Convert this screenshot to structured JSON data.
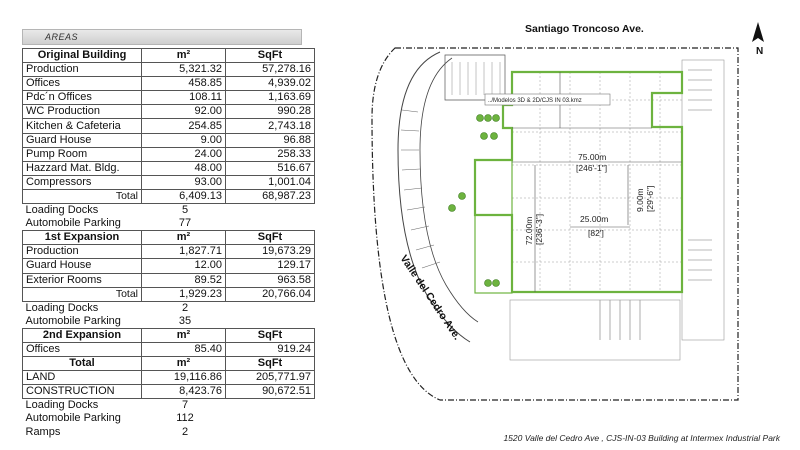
{
  "header": {
    "title": "AREAS"
  },
  "table": {
    "original": {
      "title": "Original Building",
      "unit1": "m²",
      "unit2": "SqFt",
      "rows": [
        {
          "label": "Production",
          "m2": "5,321.32",
          "sqft": "57,278.16"
        },
        {
          "label": "Offices",
          "m2": "458.85",
          "sqft": "4,939.02"
        },
        {
          "label": "Pdc´n Offices",
          "m2": "108.11",
          "sqft": "1,163.69"
        },
        {
          "label": "WC Production",
          "m2": "92.00",
          "sqft": "990.28"
        },
        {
          "label": "Kitchen & Cafeteria",
          "m2": "254.85",
          "sqft": "2,743.18"
        },
        {
          "label": "Guard House",
          "m2": "9.00",
          "sqft": "96.88"
        },
        {
          "label": "Pump Room",
          "m2": "24.00",
          "sqft": "258.33"
        },
        {
          "label": "Hazzard Mat. Bldg.",
          "m2": "48.00",
          "sqft": "516.67"
        },
        {
          "label": "Compressors",
          "m2": "93.00",
          "sqft": "1,001.04"
        }
      ],
      "total": {
        "label": "Total",
        "m2": "6,409.13",
        "sqft": "68,987.23"
      },
      "plain": [
        {
          "label": "Loading Docks",
          "value": "5"
        },
        {
          "label": "Automobile Parking",
          "value": "77"
        }
      ]
    },
    "first": {
      "title": "1st Expansion",
      "unit1": "m²",
      "unit2": "SqFt",
      "rows": [
        {
          "label": "Production",
          "m2": "1,827.71",
          "sqft": "19,673.29"
        },
        {
          "label": "Guard House",
          "m2": "12.00",
          "sqft": "129.17"
        },
        {
          "label": "Exterior Rooms",
          "m2": "89.52",
          "sqft": "963.58"
        }
      ],
      "total": {
        "label": "Total",
        "m2": "1,929.23",
        "sqft": "20,766.04"
      },
      "plain": [
        {
          "label": "Loading Docks",
          "value": "2"
        },
        {
          "label": "Automobile Parking",
          "value": "35"
        }
      ]
    },
    "second": {
      "title": "2nd Expansion",
      "unit1": "m²",
      "unit2": "SqFt",
      "rows": [
        {
          "label": "Offices",
          "m2": "85.40",
          "sqft": "919.24"
        }
      ]
    },
    "totals": {
      "title": "Total",
      "unit1": "m²",
      "unit2": "SqFt",
      "rows": [
        {
          "label": "LAND",
          "m2": "19,116.86",
          "sqft": "205,771.97"
        },
        {
          "label": "CONSTRUCTION",
          "m2": "8,423.76",
          "sqft": "90,672.51"
        }
      ],
      "plain": [
        {
          "label": "Loading Docks",
          "value": "7"
        },
        {
          "label": "Automobile Parking",
          "value": "112"
        },
        {
          "label": "Ramps",
          "value": "2"
        }
      ]
    }
  },
  "plan": {
    "street_top": "Santiago Troncoso Ave.",
    "street_side": "Valle del Cedro Ave.",
    "north": "N",
    "file_path": "../Modelos 3D & 2D/CJS IN 03.kmz",
    "dim_width": "75.00m",
    "dim_width_ft": "[246'-1\"]",
    "dim_depth": "72.00m",
    "dim_depth_ft": "[236'-3\"]",
    "dim_bay": "25.00m",
    "dim_bay_ft": "[82']",
    "dim_side": "9.00m",
    "dim_side_ft": "[29'-6\"]"
  },
  "caption": "1520 Valle del Cedro Ave , CJS-IN-03 Building at Intermex Industrial Park",
  "colors": {
    "building_outline": "#6db33f",
    "site_line": "#222222",
    "grid": "#9a9a9a"
  }
}
